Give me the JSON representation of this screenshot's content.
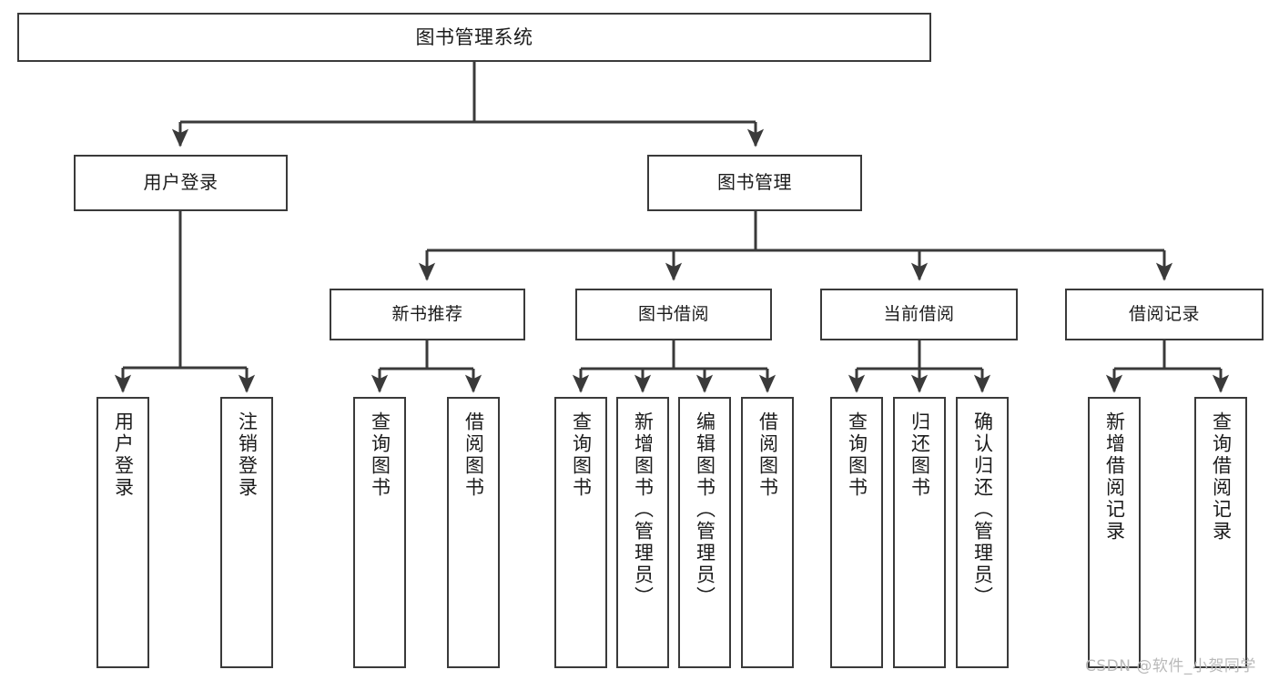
{
  "diagram": {
    "type": "tree",
    "title": "图书管理系统",
    "stroke_color": "#3a3a3a",
    "background_color": "#ffffff",
    "text_color": "#1b1b1b",
    "nodes": {
      "root": {
        "label": "图书管理系统"
      },
      "level2": [
        {
          "id": "user-login",
          "label": "用户登录"
        },
        {
          "id": "book-manage",
          "label": "图书管理"
        }
      ],
      "level3": [
        {
          "id": "new-book-recommend",
          "label": "新书推荐"
        },
        {
          "id": "book-borrow",
          "label": "图书借阅"
        },
        {
          "id": "current-borrow",
          "label": "当前借阅"
        },
        {
          "id": "borrow-record",
          "label": "借阅记录"
        }
      ],
      "leaves": [
        {
          "id": "leaf-user-login",
          "parent": "user-login",
          "label": "用户登录"
        },
        {
          "id": "leaf-user-logout",
          "parent": "user-login",
          "label": "注销登录"
        },
        {
          "id": "leaf-query-book-1",
          "parent": "new-book-recommend",
          "label": "查询图书"
        },
        {
          "id": "leaf-borrow-book-1",
          "parent": "new-book-recommend",
          "label": "借阅图书"
        },
        {
          "id": "leaf-query-book-2",
          "parent": "book-borrow",
          "label": "查询图书"
        },
        {
          "id": "leaf-add-book",
          "parent": "book-borrow",
          "label": "新增图书（管理员）"
        },
        {
          "id": "leaf-edit-book",
          "parent": "book-borrow",
          "label": "编辑图书（管理员）"
        },
        {
          "id": "leaf-borrow-book-2",
          "parent": "book-borrow",
          "label": "借阅图书"
        },
        {
          "id": "leaf-query-book-3",
          "parent": "current-borrow",
          "label": "查询图书"
        },
        {
          "id": "leaf-return-book",
          "parent": "current-borrow",
          "label": "归还图书"
        },
        {
          "id": "leaf-confirm-return",
          "parent": "current-borrow",
          "label": "确认归还（管理员）"
        },
        {
          "id": "leaf-add-record",
          "parent": "borrow-record",
          "label": "新增借阅记录"
        },
        {
          "id": "leaf-query-record",
          "parent": "borrow-record",
          "label": "查询借阅记录"
        }
      ]
    }
  },
  "watermark": {
    "text": "CSDN @软件_小贺同学",
    "color": "#b9b9b9"
  }
}
